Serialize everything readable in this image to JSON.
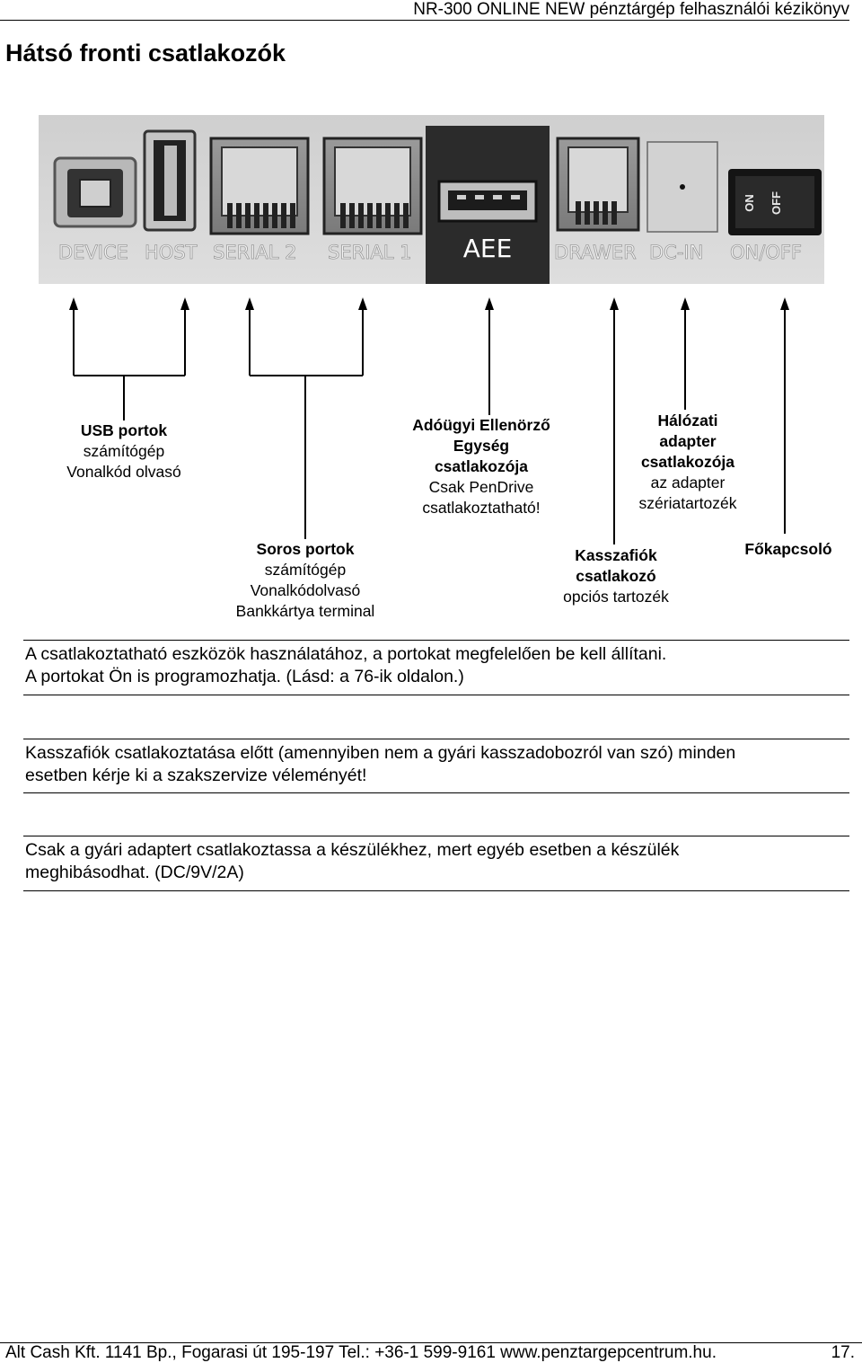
{
  "header": {
    "title": "NR-300 ONLINE NEW pénztárgép felhasználói kézikönyv"
  },
  "page_title": "Hátsó fronti csatlakozók",
  "ports": [
    "DEVICE",
    "HOST",
    "SERIAL 2",
    "SERIAL 1",
    "AEE",
    "DRAWER",
    "DC-IN",
    "ON/OFF"
  ],
  "switch": {
    "on": "ON",
    "off": "OFF"
  },
  "labels": {
    "usb": {
      "bold": "USB portok",
      "lines": [
        "számítógép",
        "Vonalkód olvasó"
      ]
    },
    "serial": {
      "bold": "Soros portok",
      "lines": [
        "számítógép",
        "Vonalkódolvasó",
        "Bankkártya terminal"
      ]
    },
    "aee": {
      "bold": [
        "Adóügyi Ellenörző",
        "Egység",
        "csatlakozója"
      ],
      "lines": [
        "Csak PenDrive",
        "csatlakoztatható!"
      ]
    },
    "power": {
      "bold": [
        "Hálózati",
        "adapter",
        "csatlakozója"
      ],
      "lines": [
        "az adapter",
        "szériatartozék"
      ]
    },
    "drawer": {
      "bold": [
        "Kasszafiók",
        "csatlakozó"
      ],
      "lines": [
        "opciós tartozék"
      ]
    },
    "main_switch": {
      "bold": "Főkapcsoló"
    }
  },
  "notes": [
    {
      "lines": [
        "A csatlakoztatható eszközök használatához, a portokat megfelelően be kell állítani.",
        "A portokat Ön is programozhatja. (Lásd: a 76-ik oldalon.)"
      ]
    },
    {
      "lines": [
        "Kasszafiók csatlakoztatása előtt (amennyiben nem a gyári kasszadobozról van szó) minden",
        "esetben kérje ki a szakszervize véleményét!"
      ]
    },
    {
      "lines": [
        "Csak a gyári adaptert csatlakoztassa a készülékhez, mert egyéb esetben a készülék",
        "meghibásodhat. (DC/9V/2A)"
      ]
    }
  ],
  "footer": {
    "left": "Alt Cash Kft. 1141 Bp., Fogarasi út 195-197 Tel.: +36-1 599-9161 www.penztargepcentrum.hu.",
    "page": "17."
  }
}
